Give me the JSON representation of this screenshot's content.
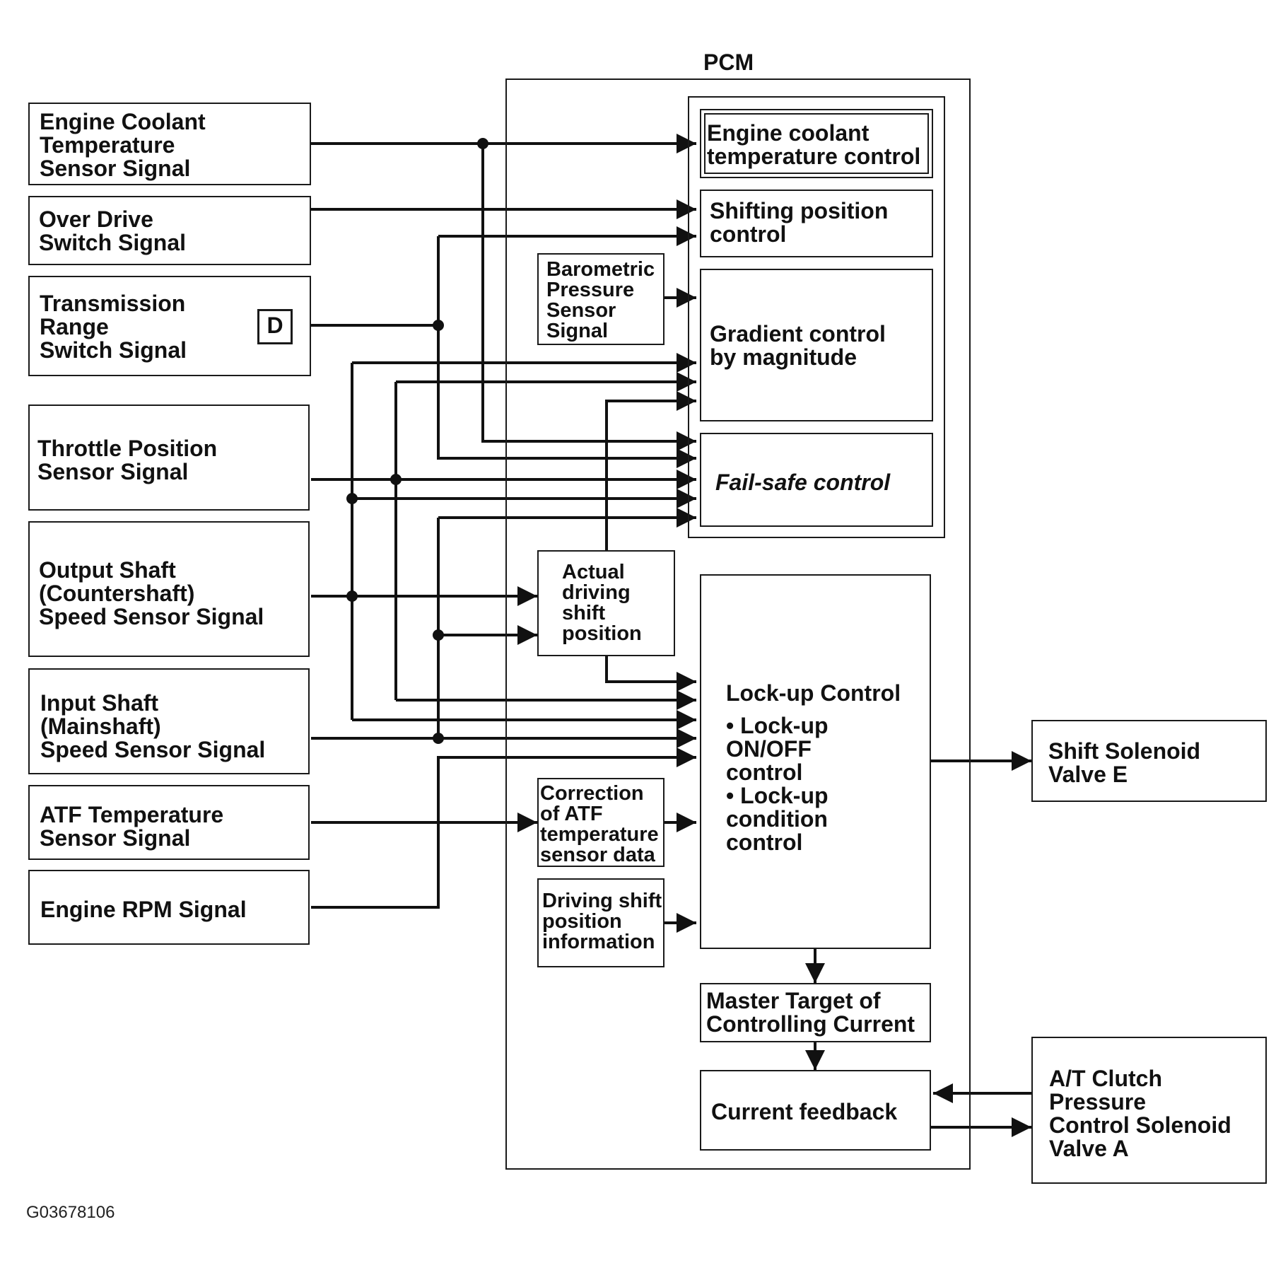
{
  "pcm": {
    "title": "PCM"
  },
  "inputs": {
    "ect": "Engine Coolant\nTemperature\nSensor Signal",
    "od": "Over Drive\nSwitch Signal",
    "tr": "Transmission\nRange\nSwitch Signal",
    "tr_badge": "D",
    "tp": "Throttle Position\nSensor Signal",
    "oss": "Output Shaft\n(Countershaft)\nSpeed Sensor Signal",
    "iss": "Input Shaft\n(Mainshaft)\nSpeed Sensor Signal",
    "atf": "ATF Temperature\nSensor Signal",
    "rpm": "Engine RPM Signal"
  },
  "controls": {
    "ect_ctrl": "Engine coolant\ntemperature control",
    "shift_ctrl": "Shifting position\ncontrol",
    "gradient": "Gradient control\nby magnitude",
    "failsafe": "Fail-safe control",
    "lockup_title": "Lock-up Control",
    "lockup_items": "• Lock-up\n   ON/OFF\n   control\n• Lock-up\n   condition\n   control",
    "master": "Master Target of\nControlling Current",
    "feedback": "Current feedback"
  },
  "internal": {
    "baro": "Barometric\nPressure\nSensor\nSignal",
    "actual": "Actual\ndriving\nshift\nposition",
    "atf_corr": "Correction\nof ATF\ntemperature\nsensor data",
    "dsp_info": "Driving shift\nposition\ninformation"
  },
  "outputs": {
    "ssv": "Shift Solenoid\nValve E",
    "atc": "A/T Clutch\nPressure\nControl Solenoid\nValve A"
  },
  "figure_id": "G03678106"
}
